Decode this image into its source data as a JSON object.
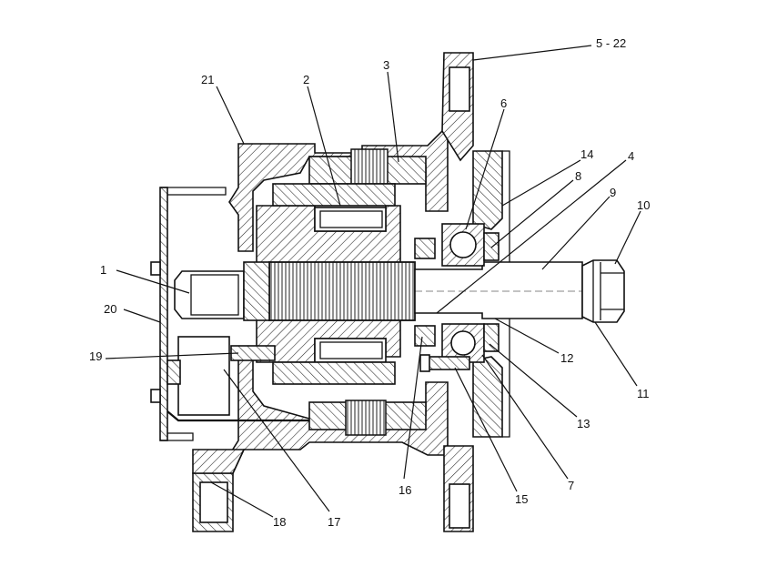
{
  "diagram": {
    "callouts": [
      {
        "id": "c1",
        "text": "1"
      },
      {
        "id": "c2",
        "text": "2"
      },
      {
        "id": "c3",
        "text": "3"
      },
      {
        "id": "c4",
        "text": "4"
      },
      {
        "id": "c5",
        "text": "5 - 22"
      },
      {
        "id": "c6",
        "text": "6"
      },
      {
        "id": "c7",
        "text": "7"
      },
      {
        "id": "c8",
        "text": "8"
      },
      {
        "id": "c9",
        "text": "9"
      },
      {
        "id": "c10",
        "text": "10"
      },
      {
        "id": "c11",
        "text": "11"
      },
      {
        "id": "c12",
        "text": "12"
      },
      {
        "id": "c13",
        "text": "13"
      },
      {
        "id": "c14",
        "text": "14"
      },
      {
        "id": "c15",
        "text": "15"
      },
      {
        "id": "c16",
        "text": "16"
      },
      {
        "id": "c17",
        "text": "17"
      },
      {
        "id": "c18",
        "text": "18"
      },
      {
        "id": "c19",
        "text": "19"
      },
      {
        "id": "c20",
        "text": "20"
      },
      {
        "id": "c21",
        "text": "21"
      }
    ]
  }
}
